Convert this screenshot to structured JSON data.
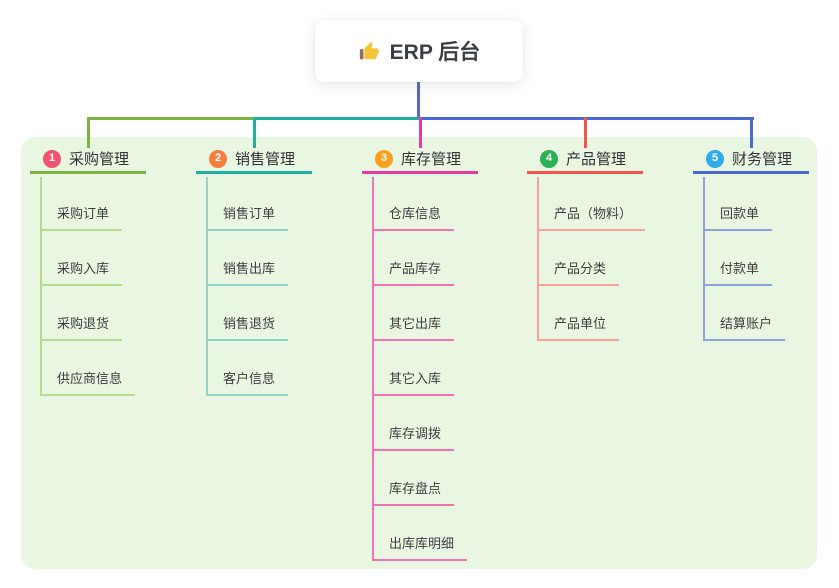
{
  "root": {
    "title": "ERP 后台",
    "icon": "thumbs-up",
    "icon_color": "#F5C538",
    "line_color": "#5866C4",
    "text_color": "#3A3F47"
  },
  "panel": {
    "bg_color": "#E8F6E2"
  },
  "branches": [
    {
      "number": "1",
      "label": "采购管理",
      "line_color": "#7CB342",
      "child_line_color": "#B4DC8C",
      "badge_color": "#F2536F",
      "children": [
        "采购订单",
        "采购入库",
        "采购退货",
        "供应商信息"
      ]
    },
    {
      "number": "2",
      "label": "销售管理",
      "line_color": "#20AFA3",
      "child_line_color": "#8FD3CA",
      "badge_color": "#F57E3D",
      "children": [
        "销售订单",
        "销售出库",
        "销售退货",
        "客户信息"
      ]
    },
    {
      "number": "3",
      "label": "库存管理",
      "line_color": "#E53AA2",
      "child_line_color": "#F173B4",
      "badge_color": "#F9A11E",
      "children": [
        "仓库信息",
        "产品库存",
        "其它出库",
        "其它入库",
        "库存调拨",
        "库存盘点",
        "出库库明细"
      ]
    },
    {
      "number": "4",
      "label": "产品管理",
      "line_color": "#F3544D",
      "child_line_color": "#F8A29B",
      "badge_color": "#2DB155",
      "children": [
        "产品（物料）",
        "产品分类",
        "产品单位"
      ]
    },
    {
      "number": "5",
      "label": "财务管理",
      "line_color": "#4A67D6",
      "child_line_color": "#8BA3DE",
      "badge_color": "#2FACE9",
      "children": [
        "回款单",
        "付款单",
        "结算账户"
      ]
    }
  ]
}
